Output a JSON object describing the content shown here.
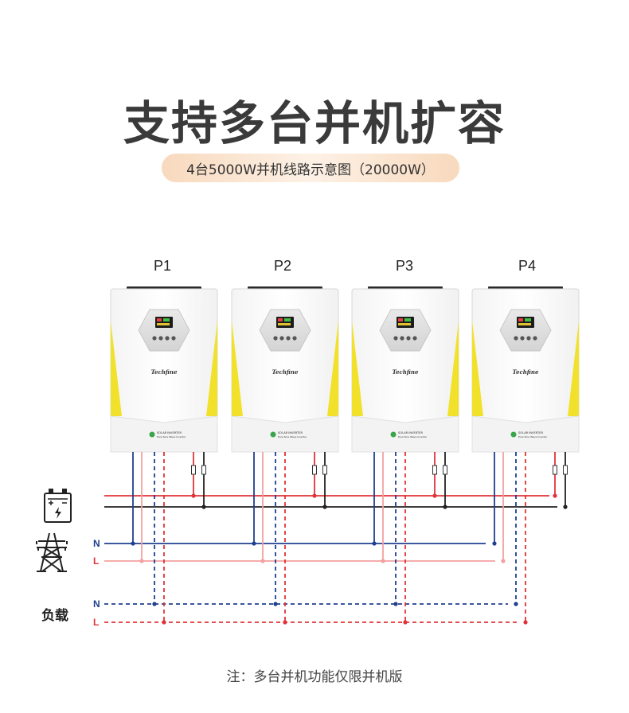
{
  "header": {
    "title": "支持多台并机扩容",
    "subtitle": "4台5000W并机线路示意图（20000W）"
  },
  "units": [
    {
      "label": "P1",
      "brand": "Techfine",
      "product_line1": "SOLAR INVERTER",
      "product_line2": "Pure Sine Wave Inverter"
    },
    {
      "label": "P2",
      "brand": "Techfine",
      "product_line1": "SOLAR INVERTER",
      "product_line2": "Pure Sine Wave Inverter"
    },
    {
      "label": "P3",
      "brand": "Techfine",
      "product_line1": "SOLAR INVERTER",
      "product_line2": "Pure Sine Wave Inverter"
    },
    {
      "label": "P4",
      "brand": "Techfine",
      "product_line1": "SOLAR INVERTER",
      "product_line2": "Pure Sine Wave Inverter"
    }
  ],
  "grid": {
    "n_label": "N",
    "l_label": "L",
    "icon": "power-tower-icon"
  },
  "battery": {
    "icon": "battery-icon"
  },
  "load": {
    "label": "负载",
    "n_label": "N",
    "l_label": "L"
  },
  "colors": {
    "blue": "#1f3f8f",
    "red": "#e0343a",
    "pink": "#f4a0a0",
    "black": "#222222",
    "yellow": "#f2e12b",
    "pill": "#fbe6d3"
  },
  "footnote": "注：多台并机功能仅限并机版"
}
